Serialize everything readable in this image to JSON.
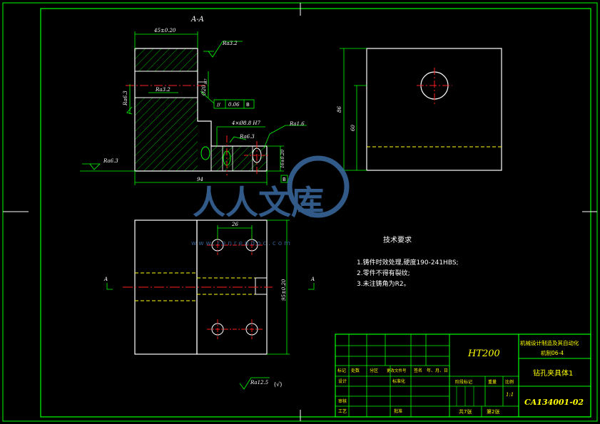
{
  "section_label": "A-A",
  "dims": {
    "top_width": "45±0.20",
    "hole_dia": "Ø20",
    "hole_fit": "H7",
    "holes": "4×Ø8.8 H7",
    "overall_length": "94",
    "side_tol": "16±0.20",
    "right_overall": "86",
    "right_inner": "60",
    "plan_spacing": "26",
    "plan_height": "95±0.20",
    "datum_b": "B"
  },
  "roughness": {
    "r1": "Ra3.2",
    "r2": "Ra3.2",
    "r3": "Ra6.3",
    "r4": "Ra6.3",
    "r5": "Ra6.3",
    "r6": "Ra1.6",
    "general": "Ra12.5",
    "general_paren": "(√)"
  },
  "tolerance_frame": {
    "symbol": "//",
    "value": "0.06",
    "datum": "B"
  },
  "view_labels": {
    "left": "A",
    "right": "A"
  },
  "tech_req": {
    "title": "技术要求",
    "items": [
      "1.铸件时效处理,硬度190-241HBS;",
      "2.零件不得有裂纹;",
      "3.未注铸角为R2。"
    ]
  },
  "watermark": {
    "logo_text": "人人文库",
    "url": "w w w . r e n r e n d o c . c o m"
  },
  "title_block": {
    "material": "HT200",
    "school": "机械设计制造及其自动化",
    "class": "机制06-4",
    "part_name": "钻孔夹具体1",
    "drawing_no": "CA134001-02",
    "scale": "1:1",
    "sheets_total": "共7张",
    "sheet_no": "第2张",
    "headers": [
      "标记",
      "处数",
      "分区",
      "更改文件号",
      "签名",
      "年、月、日"
    ],
    "stage_label": "阶段标记",
    "weight_label": "重量",
    "scale_label": "比例",
    "design": "设计",
    "standardize": "标准化",
    "review": "审核",
    "process": "工艺",
    "approve": "批准"
  },
  "colors": {
    "frame": "#00ff00",
    "outline": "#ffffff",
    "center": "#ff2020",
    "dimension": "#00ff00",
    "hatch": "#00ff00",
    "hidden": "#ffff00",
    "text": "#ffffff",
    "title_text": "#ffff00",
    "watermark": "#3a6aa0"
  }
}
